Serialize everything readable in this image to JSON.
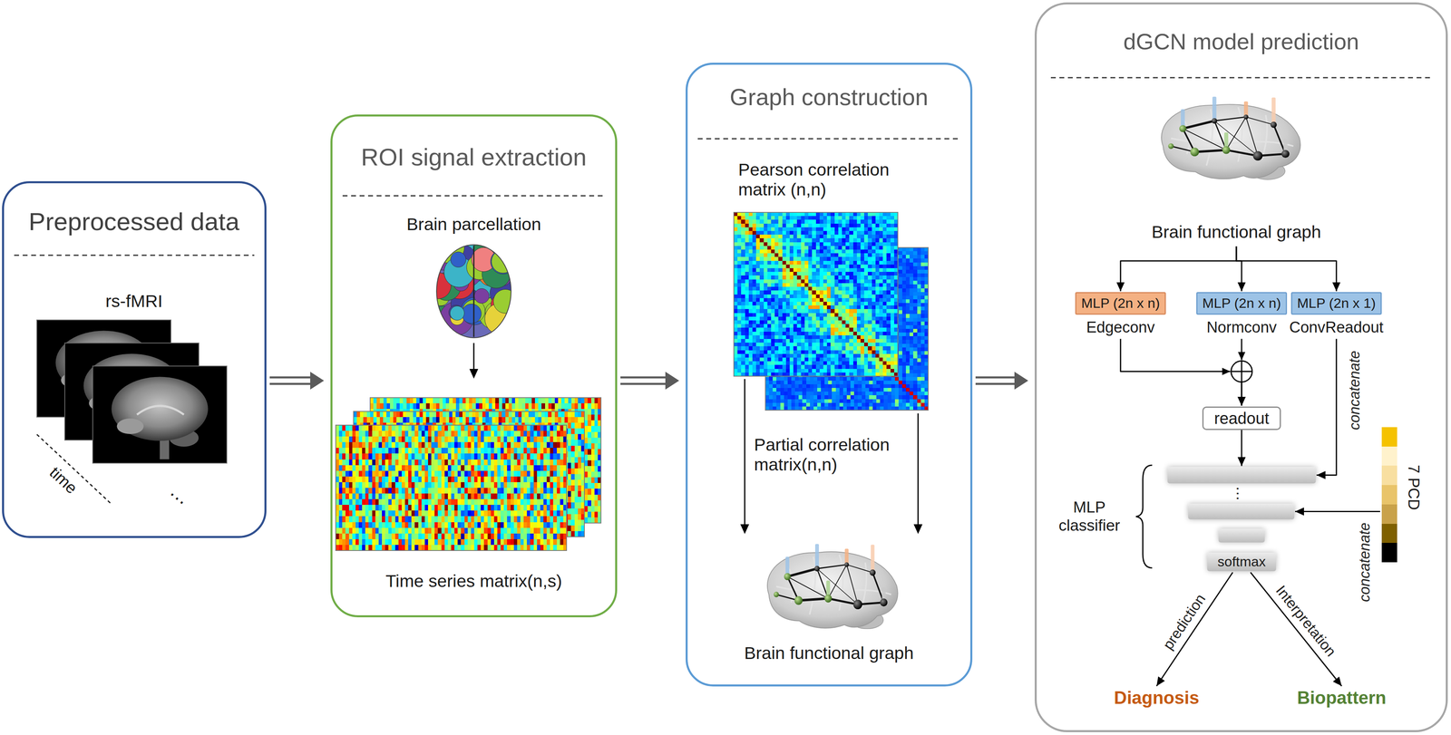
{
  "diagram": {
    "nodes": [
      {
        "text": [
          "Preprocessed data",
          "rs-fMRI",
          "time"
        ]
      },
      {
        "text": [
          "ROI signal extraction",
          "Brain parcellation",
          "Time series matrix(n,s)"
        ]
      },
      {
        "text": [
          "Graph construction",
          "Pearson correlation matrix (n,n)",
          "Partial correlation matrix(n,n)",
          "Brain functional graph"
        ]
      },
      {
        "text": [
          "dGCN model prediction"
        ]
      },
      {
        "text": [
          "Brain functional graph"
        ],
        "in": 3
      },
      {
        "text": [
          "MLP (2n x n)",
          "Edgeconv"
        ],
        "in": 3
      },
      {
        "text": [
          "MLP (2n x n)",
          "Normconv"
        ],
        "in": 3
      },
      {
        "text": [
          "MLP (2n x 1)",
          "ConvReadout"
        ],
        "in": 3
      },
      {
        "text": [
          "readout"
        ],
        "in": 3
      },
      {
        "text": [
          "MLP classifier"
        ],
        "in": 3
      },
      {
        "text": [
          "softmax"
        ],
        "in": 9
      },
      {
        "text": [
          "7 PCD"
        ],
        "in": 3
      },
      {
        "text": [
          "Diagnosis"
        ],
        "in": 3
      },
      {
        "text": [
          "Biopattern"
        ],
        "in": 3
      }
    ],
    "edges": [
      {
        "from": 0,
        "to": 1,
        "arrow": "to"
      },
      {
        "from": 1,
        "to": 2,
        "arrow": "to"
      },
      {
        "from": 2,
        "to": 3,
        "arrow": "to"
      },
      {
        "from": 4,
        "to": 5,
        "arrow": "to"
      },
      {
        "from": 4,
        "to": 6,
        "arrow": "to"
      },
      {
        "from": 4,
        "to": 7,
        "arrow": "to"
      },
      {
        "from": 5,
        "to": 8,
        "arrow": "to"
      },
      {
        "from": 6,
        "to": 8,
        "arrow": "to"
      },
      {
        "from": 8,
        "to": 9,
        "arrow": "to"
      },
      {
        "from": 7,
        "to": 9,
        "label": "concatenate",
        "arrow": "to"
      },
      {
        "from": 11,
        "to": 9,
        "label": "concatenate",
        "arrow": "to"
      },
      {
        "from": 10,
        "to": 12,
        "label": "prediction",
        "arrow": "to"
      },
      {
        "from": 10,
        "to": 13,
        "label": "Interpretation",
        "arrow": "to"
      }
    ],
    "labels": [
      "…",
      "…"
    ]
  }
}
